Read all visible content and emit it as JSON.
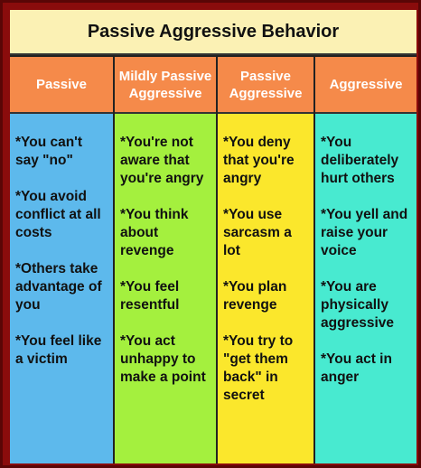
{
  "title": "Passive Aggressive Behavior",
  "columns": [
    {
      "header": "Passive",
      "items": [
        "*You can't say \"no\"",
        "*You avoid conflict at all costs",
        "*Others take advantage of you",
        "*You feel like a victim"
      ],
      "color": "#5db9ec"
    },
    {
      "header": "Mildly Passive Aggressive",
      "items": [
        "*You're not aware that you're angry",
        "*You think about revenge",
        "*You feel resentful",
        "*You act unhappy to make a point"
      ],
      "color": "#a4f03e"
    },
    {
      "header": "Passive Aggressive",
      "items": [
        "*You deny that you're angry",
        "*You use sarcasm a lot",
        "*You plan revenge",
        "*You try to \"get them back\" in secret"
      ],
      "color": "#fbe72c"
    },
    {
      "header": "Aggressive",
      "items": [
        "*You deliberately hurt others",
        "*You yell and raise your voice",
        "*You are physically aggressive",
        "*You act in anger"
      ],
      "color": "#48ead0"
    }
  ],
  "header_color": "#f58a4a",
  "title_bg_color": "#fbf1b4"
}
